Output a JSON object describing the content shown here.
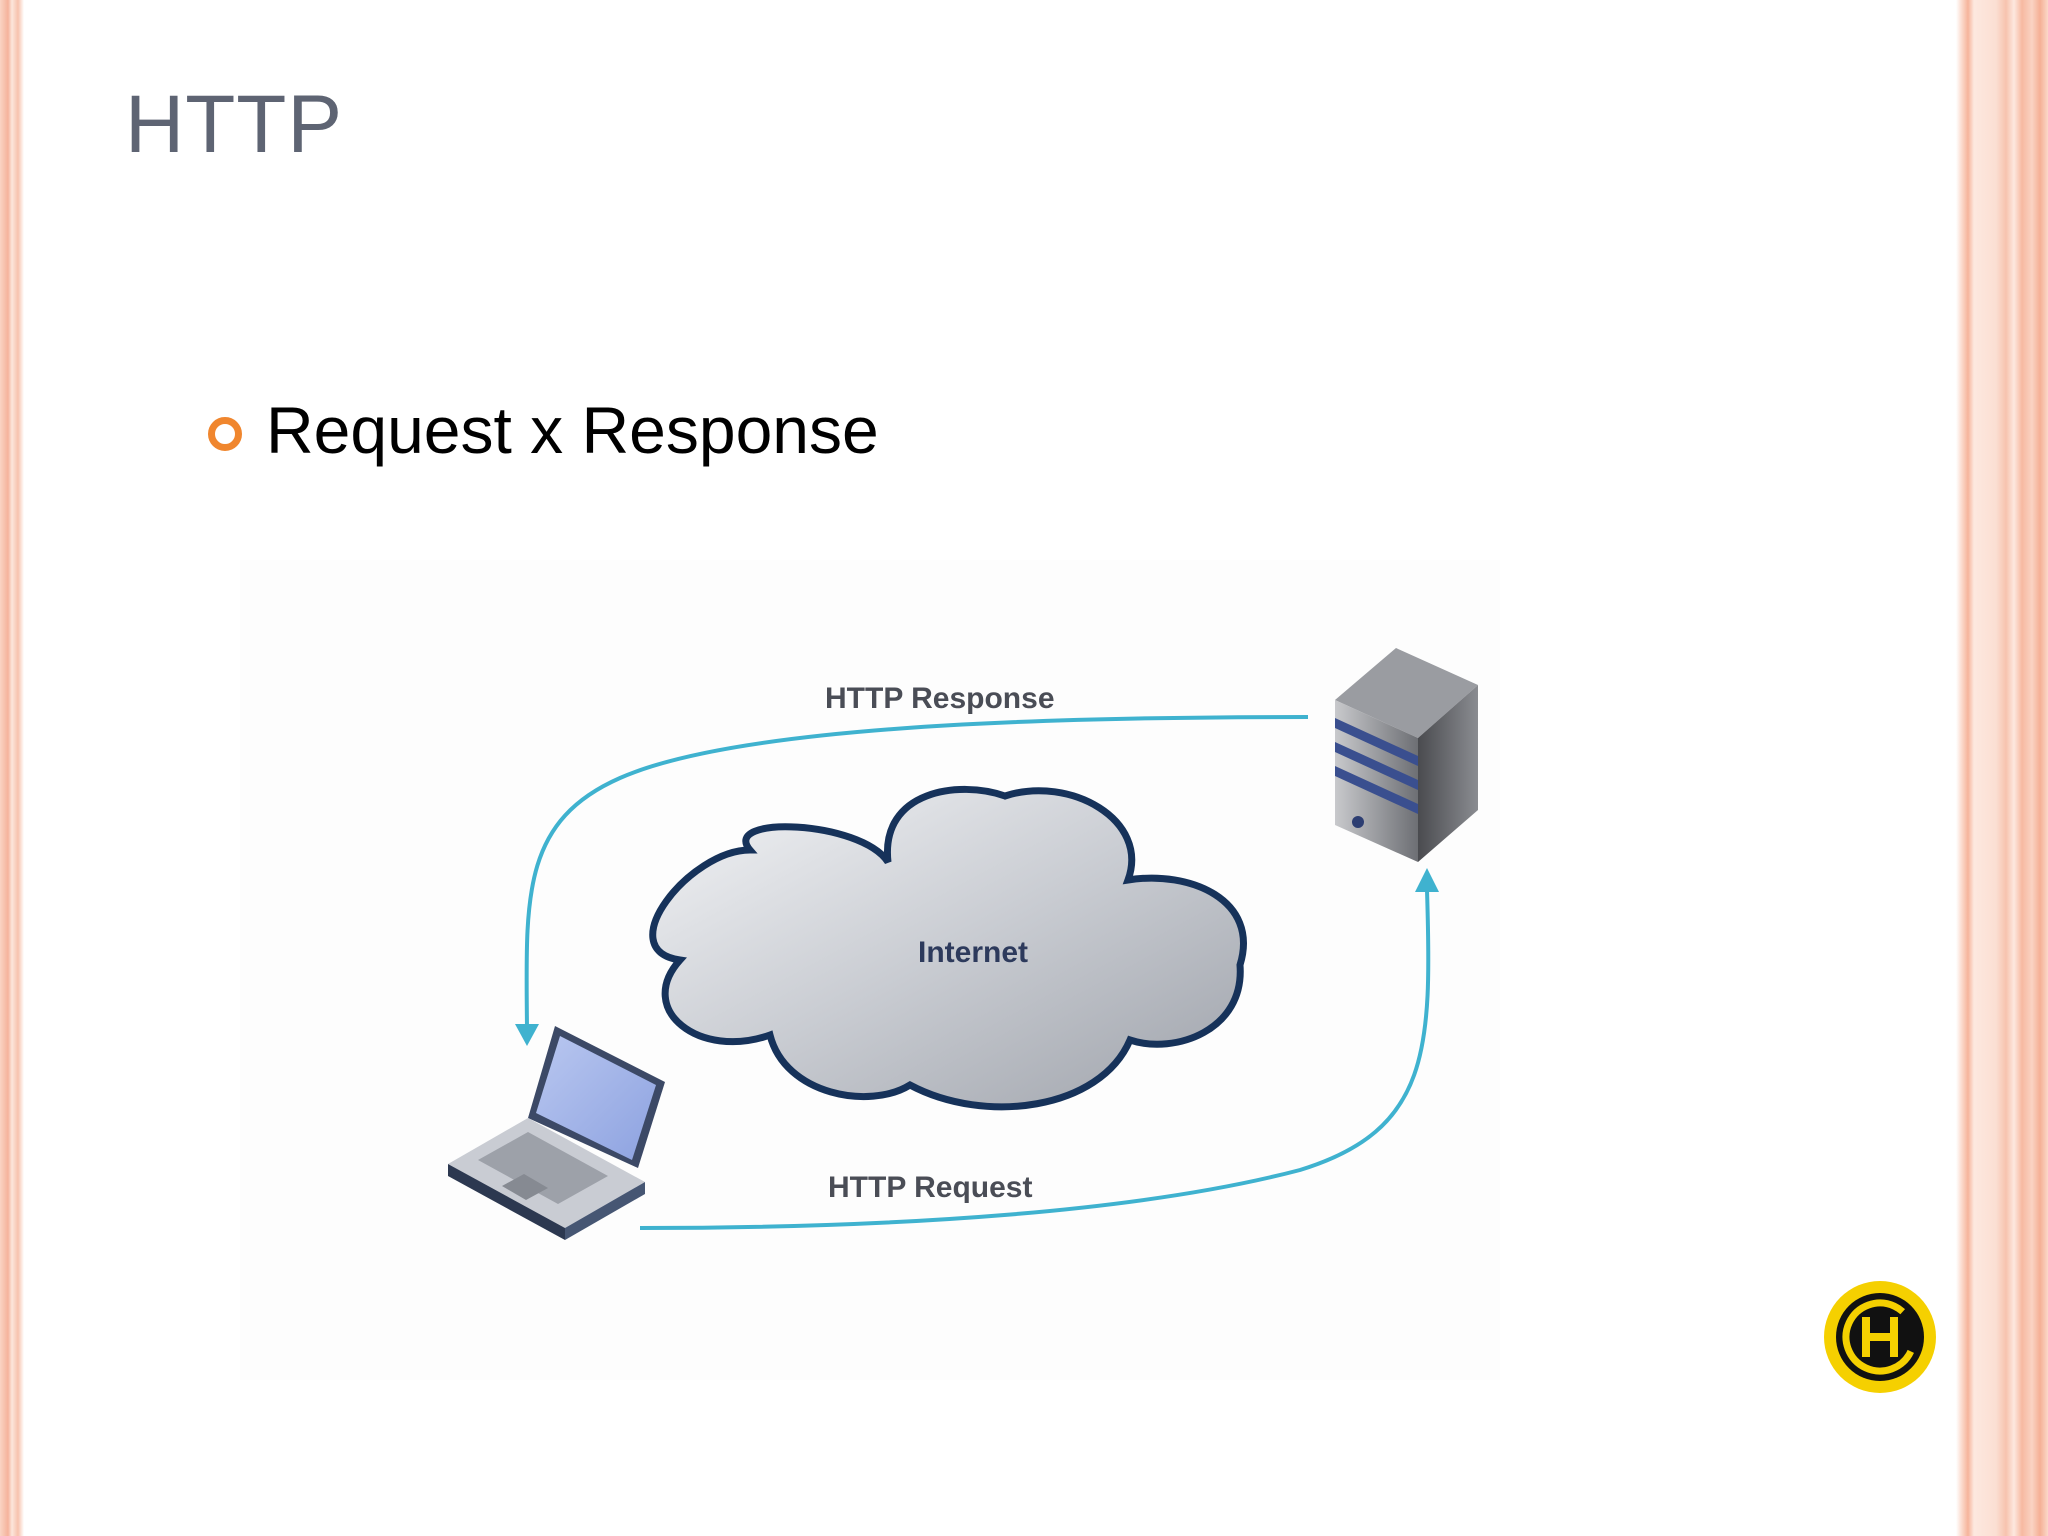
{
  "slide": {
    "title": "HTTP",
    "bullet": "Request x Response"
  },
  "diagram": {
    "nodes": {
      "client": {
        "icon": "laptop-icon"
      },
      "server": {
        "icon": "server-icon"
      },
      "network": {
        "icon": "cloud-icon",
        "label": "Internet"
      }
    },
    "edges": [
      {
        "from": "server",
        "to": "client",
        "label": "HTTP Response"
      },
      {
        "from": "client",
        "to": "server",
        "label": "HTTP Request"
      }
    ],
    "colors": {
      "arrow": "#3fb2cf",
      "cloud_outline": "#16325a",
      "label": "#4a4d56"
    }
  },
  "logo": {
    "icon": "brand-badge-icon",
    "color": "#f5d000"
  },
  "colors": {
    "title": "#5e6473",
    "bullet": "#f0862e",
    "border": "#f5b39c"
  }
}
